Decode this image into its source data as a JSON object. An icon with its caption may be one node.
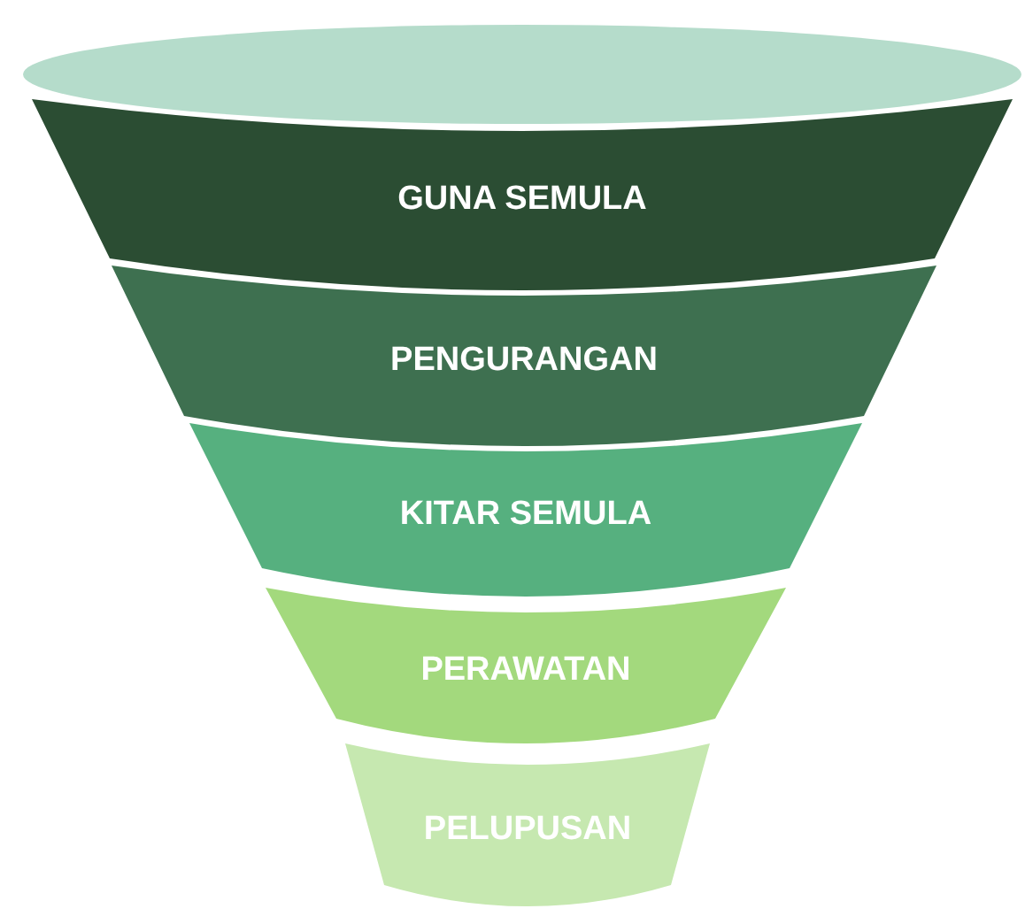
{
  "diagram": {
    "nodes": [
      {
        "text": [],
        "shape": "ellipse"
      },
      {
        "text": [
          "GUNA SEMULA"
        ]
      },
      {
        "text": [
          "PENGURANGAN"
        ]
      },
      {
        "text": [
          "KITAR SEMULA"
        ]
      },
      {
        "text": [
          "PERAWATAN"
        ]
      },
      {
        "text": [
          "PELUPUSAN"
        ]
      }
    ]
  }
}
